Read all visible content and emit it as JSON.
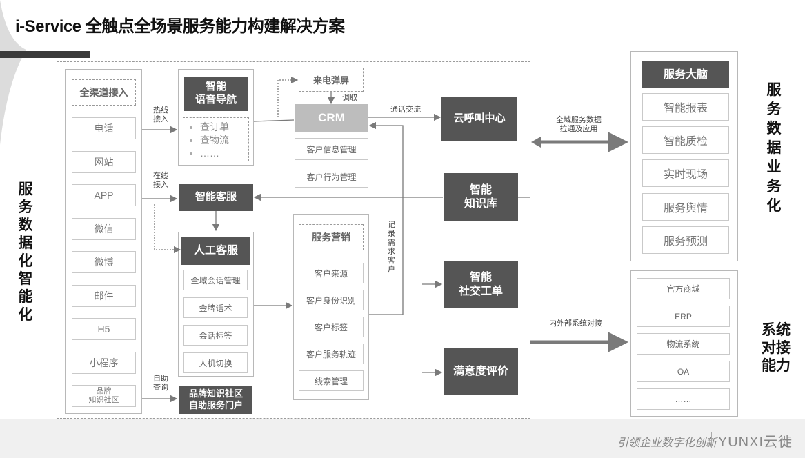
{
  "title": "i-Service 全触点全场景服务能力构建解决方案",
  "left_label": "服务数据化智能化",
  "right_label_top": "服务数据业务化",
  "right_label_bottom": "系统对接能力",
  "channels": {
    "header": "全渠道接入",
    "items": [
      "电话",
      "网站",
      "APP",
      "微信",
      "微博",
      "邮件",
      "H5",
      "小程序",
      "品牌\n知识社区"
    ]
  },
  "ivr": {
    "title": "智能\n语音导航",
    "items": [
      "查订单",
      "查物流",
      "……"
    ]
  },
  "crm": {
    "popup": "来电弹屏",
    "call_label": "调取",
    "title": "CRM",
    "items": [
      "客户信息管理",
      "客户行为管理"
    ]
  },
  "call_center": "云呼叫中心",
  "smart_service": "智能客服",
  "knowledge_base": "智能\n知识库",
  "human_service": {
    "title": "人工客服",
    "items": [
      "全域会话管理",
      "金牌话术",
      "会话标签",
      "人机切换"
    ]
  },
  "marketing": {
    "title": "服务营销",
    "items": [
      "客户来源",
      "客户身份识别",
      "客户标签",
      "客户服务轨迹",
      "线索管理"
    ]
  },
  "social_ticket": "智能\n社交工单",
  "satisfaction": "满意度评价",
  "portal": "品牌知识社区\n自助服务门户",
  "flow_labels": {
    "hotline": "热线\n接入",
    "online": "在线\n接入",
    "self_query": "自助\n查询",
    "call_exchange": "通话交流",
    "record_needs": "记录需求客户",
    "data_flow": "全域服务数据\n拉通及应用",
    "system_connect": "内外部系统对接"
  },
  "brain": {
    "title": "服务大脑",
    "items": [
      "智能报表",
      "智能质检",
      "实时现场",
      "服务舆情",
      "服务预测"
    ]
  },
  "systems": {
    "items": [
      "官方商城",
      "ERP",
      "物流系统",
      "OA",
      "……"
    ]
  },
  "footer": {
    "slogan": "引领企业数字化创新",
    "logo": "YUNXI云徙"
  },
  "colors": {
    "dark_box": "#555555",
    "gray_header": "#bdbdbd",
    "brain_header": "#555555",
    "arrow": "#7a7a7a"
  }
}
